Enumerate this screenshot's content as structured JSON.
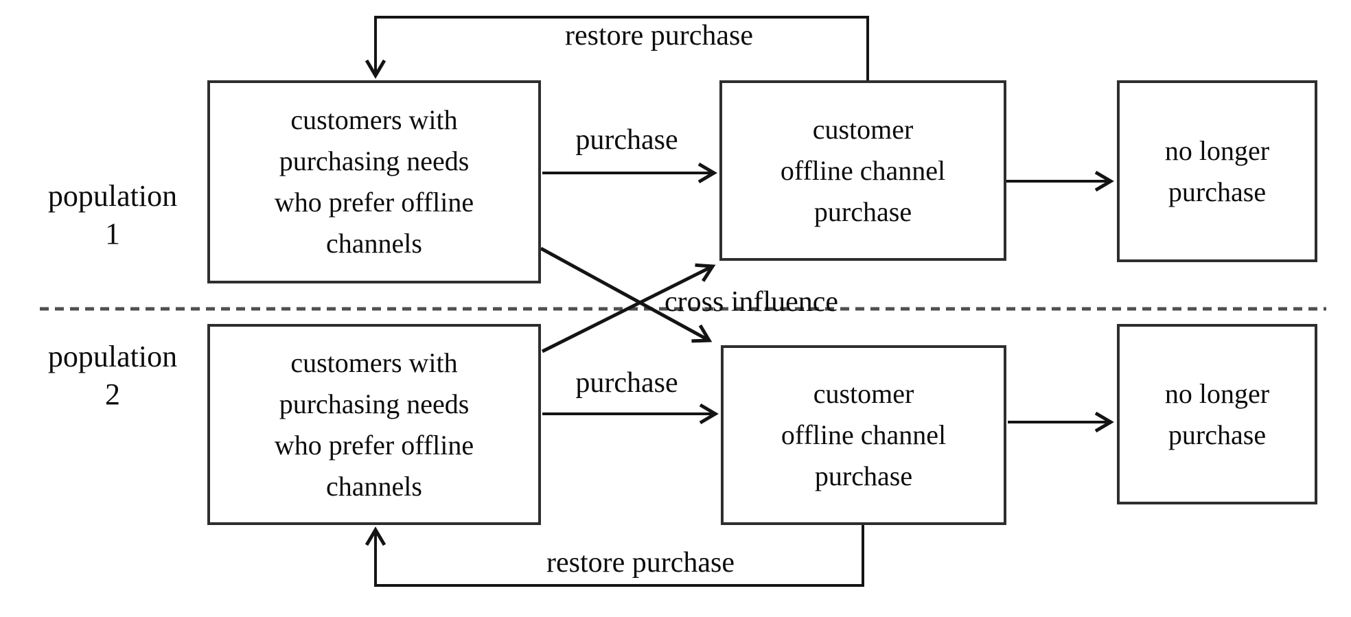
{
  "diagram_title": "",
  "cross_influence_label": "cross influence",
  "rows": [
    {
      "population_label": "population\n1",
      "source_box": "customers with\npurchasing needs\nwho prefer offline\nchannels",
      "purchase_label": "purchase",
      "middle_box": "customer\noffline channel\npurchase",
      "end_box": "no longer\npurchase",
      "restore_label": "restore purchase"
    },
    {
      "population_label": "population\n2",
      "source_box": "customers with\npurchasing needs\nwho prefer offline\nchannels",
      "purchase_label": "purchase",
      "middle_box": "customer\noffline channel\npurchase",
      "end_box": "no longer\npurchase",
      "restore_label": "restore purchase"
    }
  ],
  "colors": {
    "line": "#141414",
    "divider": "#4f4f4f",
    "box_border": "#2e2e2e",
    "text": "#0c0c0c",
    "background": "#ffffff"
  }
}
